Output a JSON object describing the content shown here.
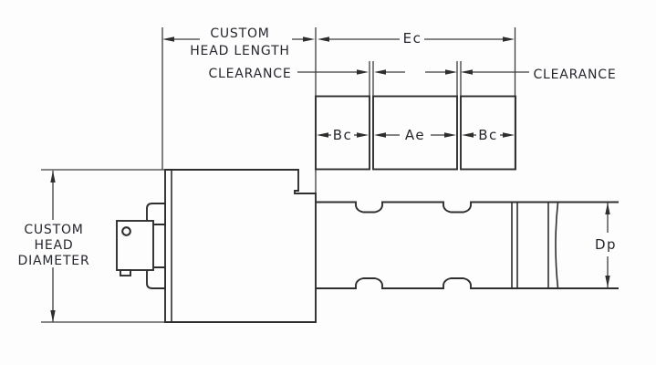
{
  "page": {
    "background": "#fdfdfd"
  },
  "drawing": {
    "line_color": "#2e2e2e",
    "dim_line_color": "#3c3c3c",
    "text_color": "#26262e",
    "annotations": {
      "head_length": {
        "line1": "CUSTOM",
        "line2": "HEAD LENGTH"
      },
      "clearance_left": {
        "label": "CLEARANCE"
      },
      "clearance_right": {
        "label": "CLEARANCE"
      },
      "ec": {
        "label": "Ec"
      },
      "bc_left": {
        "label": "Bc"
      },
      "ae": {
        "label": "Ae"
      },
      "bc_right": {
        "label": "Bc"
      },
      "head_diameter": {
        "line1": "CUSTOM",
        "line2": "HEAD",
        "line3": "DIAMETER"
      },
      "dp": {
        "label": "Dp"
      }
    }
  }
}
